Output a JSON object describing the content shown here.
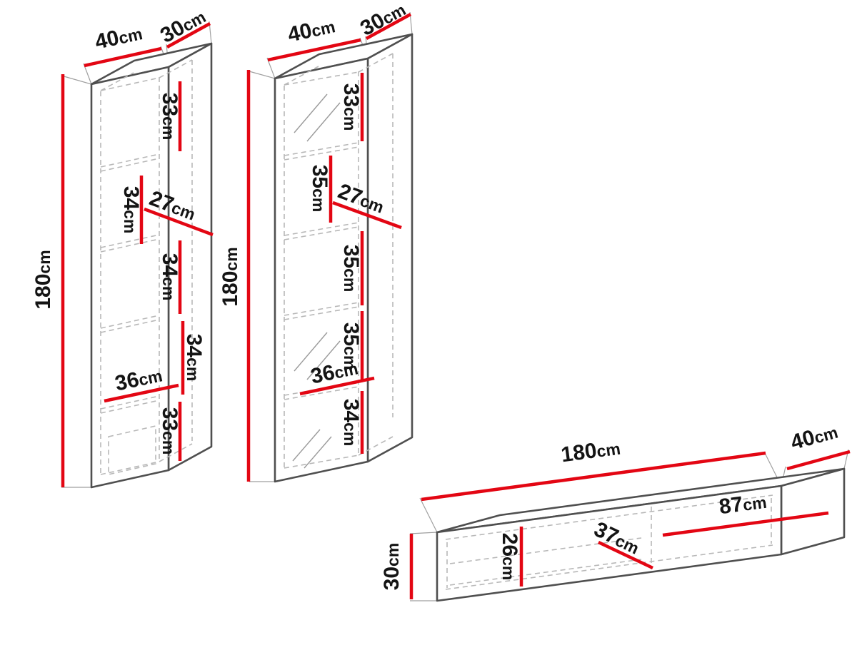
{
  "unit": "cm",
  "colors": {
    "dimension_line": "#e30613",
    "outline": "#4f4f4f",
    "hidden_line": "#b8b8b8",
    "text": "#141414",
    "background": "#ffffff"
  },
  "left_cabinet": {
    "width": {
      "value": "40",
      "unit": "cm"
    },
    "depth": {
      "value": "30",
      "unit": "cm"
    },
    "height": {
      "value": "180",
      "unit": "cm"
    },
    "shelves": [
      {
        "value": "33",
        "unit": "cm"
      },
      {
        "value": "34",
        "unit": "cm"
      },
      {
        "value": "34",
        "unit": "cm"
      },
      {
        "value": "34",
        "unit": "cm"
      },
      {
        "value": "33",
        "unit": "cm"
      }
    ],
    "inner_depth": {
      "value": "27",
      "unit": "cm"
    },
    "inner_width": {
      "value": "36",
      "unit": "cm"
    }
  },
  "middle_cabinet": {
    "width": {
      "value": "40",
      "unit": "cm"
    },
    "depth": {
      "value": "30",
      "unit": "cm"
    },
    "height": {
      "value": "180",
      "unit": "cm"
    },
    "shelves": [
      {
        "value": "33",
        "unit": "cm"
      },
      {
        "value": "35",
        "unit": "cm"
      },
      {
        "value": "35",
        "unit": "cm"
      },
      {
        "value": "35",
        "unit": "cm"
      },
      {
        "value": "34",
        "unit": "cm"
      }
    ],
    "inner_depth": {
      "value": "27",
      "unit": "cm"
    },
    "inner_width": {
      "value": "36",
      "unit": "cm"
    }
  },
  "tv_stand": {
    "width": {
      "value": "180",
      "unit": "cm"
    },
    "depth": {
      "value": "40",
      "unit": "cm"
    },
    "height": {
      "value": "30",
      "unit": "cm"
    },
    "inner_height": {
      "value": "26",
      "unit": "cm"
    },
    "inner_depth": {
      "value": "37",
      "unit": "cm"
    },
    "inner_width": {
      "value": "87",
      "unit": "cm"
    }
  }
}
